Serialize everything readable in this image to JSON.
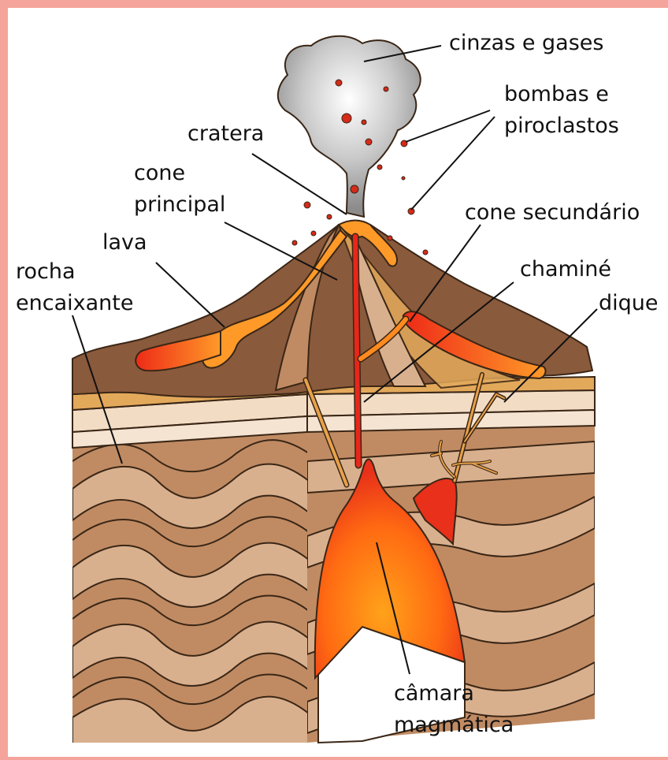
{
  "labels": {
    "cinzas": "cinzas e gases",
    "bombas": "bombas e\npiroclastos",
    "cratera": "cratera",
    "cone_principal": "cone\nprincipal",
    "lava": "lava",
    "cone_secundario": "cone secundário",
    "rocha": "rocha\nencaixante",
    "chamine": "chaminé",
    "dique": "dique",
    "camara": "câmara\nmagmática"
  },
  "colors": {
    "frame": "#f4a49a",
    "cone_brown": "#8a5a3c",
    "rock_base": "#c08b63",
    "rock_light": "#d9b08e",
    "sediment_light": "#f3dcc4",
    "sediment_orange": "#e3a95b",
    "magma_red": "#e8261a",
    "magma_orange": "#ff8a1e",
    "ash_grey": "#b8b8b8"
  }
}
